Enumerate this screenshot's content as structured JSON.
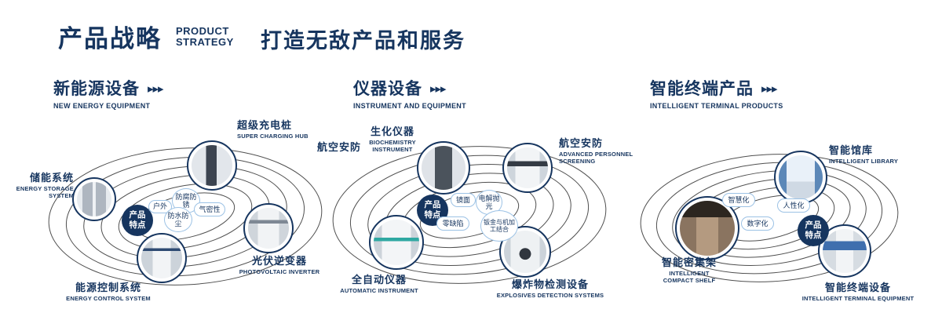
{
  "colors": {
    "accent": "#16355f",
    "bubble_border": "#9cc2e5",
    "ring": "#4f4f4f"
  },
  "header": {
    "title": "产品战略",
    "subtitle_lines": [
      "PRODUCT",
      "STRATEGY"
    ],
    "slogan": "打造无敌产品和服务"
  },
  "feature_label": "产品特点",
  "sections": [
    {
      "title": "新能源设备",
      "subtitle": "NEW ENERGY EQUIPMENT",
      "arrows": "▸▸▸",
      "center_label": "产品特点",
      "items": [
        {
          "label": "储能系统",
          "sublabel": "ENERGY STORAGE SYSTEM"
        },
        {
          "label": "超级充电桩",
          "sublabel": "SUPER CHARGING HUB"
        },
        {
          "label": "光伏逆变器",
          "sublabel": "PHOTOVOLTAIC INVERTER"
        },
        {
          "label": "能源控制系统",
          "sublabel": "ENERGY CONTROL SYSTEM"
        }
      ],
      "bubbles": [
        "防腐防锈",
        "户外",
        "气密性",
        "防水防尘"
      ]
    },
    {
      "title": "仪器设备",
      "subtitle": "INSTRUMENT AND EQUIPMENT",
      "arrows": "▸▸▸",
      "center_label": "产品特点",
      "side_label": "航空安防",
      "items": [
        {
          "label": "生化仪器",
          "sublabel": "BIOCHEMISTRY INSTRUMENT"
        },
        {
          "label": "航空安防",
          "sublabel": "ADVANCED PERSONNEL SCREENING"
        },
        {
          "label": "全自动仪器",
          "sublabel": "AUTOMATIC INSTRUMENT"
        },
        {
          "label": "爆炸物检测设备",
          "sublabel": "EXPLOSIVES DETECTION SYSTEMS"
        }
      ],
      "bubbles": [
        "镜面",
        "电解抛光",
        "零缺陷",
        "钣金与机加工结合"
      ]
    },
    {
      "title": "智能终端产品",
      "subtitle": "INTELLIGENT TERMINAL PRODUCTS",
      "arrows": "▸▸▸",
      "center_label": "产品特点",
      "items": [
        {
          "label": "智能馆库",
          "sublabel": "INTELLIGENT LIBRARY"
        },
        {
          "label": "智能密集架",
          "sublabel": "INTELLIGENT COMPACT SHELF"
        },
        {
          "label": "智能终端设备",
          "sublabel": "INTELLIGENT TERMINAL EQUIPMENT"
        }
      ],
      "bubbles": [
        "智慧化",
        "人性化",
        "数字化"
      ]
    }
  ]
}
